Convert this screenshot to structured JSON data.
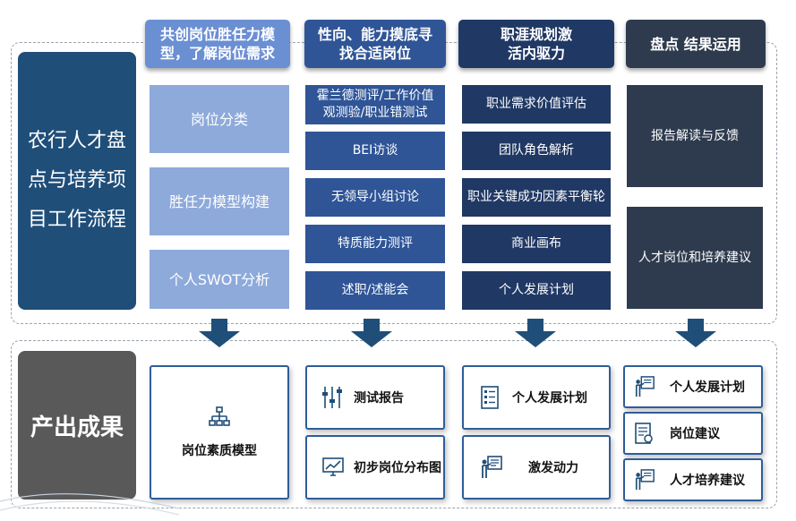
{
  "left": {
    "process_title": "农行人才盘点与培养项目工作流程",
    "output_title": "产出成果"
  },
  "columns": [
    {
      "header": "共创岗位胜任力模型，了解岗位需求",
      "items": [
        "岗位分类",
        "胜任力模型构建",
        "个人SWOT分析"
      ],
      "outputs": [
        {
          "icon": "org-chart-icon",
          "label": "岗位素质模型"
        }
      ]
    },
    {
      "header": "性向、能力摸底寻找合适岗位",
      "items": [
        "霍兰德测评/工作价值观测验/职业错测试",
        "BEI访谈",
        "无领导小组讨论",
        "特质能力测评",
        "述职/述能会"
      ],
      "outputs": [
        {
          "icon": "sliders-icon",
          "label": "测试报告"
        },
        {
          "icon": "monitor-chart-icon",
          "label": "初步岗位分布图"
        }
      ]
    },
    {
      "header": "职涯规划激活内驱力",
      "items": [
        "职业需求价值评估",
        "团队角色解析",
        "职业关键成功因素平衡轮",
        "商业画布",
        "个人发展计划"
      ],
      "outputs": [
        {
          "icon": "checklist-icon",
          "label": "个人发展计划"
        },
        {
          "icon": "presenter-icon",
          "label": "激发动力"
        }
      ]
    },
    {
      "header": "盘点 结果运用",
      "items": [
        "报告解读与反馈",
        "人才岗位和培养建议"
      ],
      "outputs": [
        {
          "icon": "presenter-icon",
          "label": "个人发展计划"
        },
        {
          "icon": "document-icon",
          "label": "岗位建议"
        },
        {
          "icon": "presenter-icon",
          "label": "人才培养建议"
        }
      ]
    }
  ],
  "colors": {
    "col1_header": "#6b8fd3",
    "col1_cell": "#8eaadb",
    "col2": "#2f5597",
    "col3": "#203864",
    "col4": "#2e3b4e",
    "left_process": "#1f4e79",
    "left_output": "#595959",
    "arrow": "#1f4e79",
    "output_border": "#2e5d9a"
  }
}
